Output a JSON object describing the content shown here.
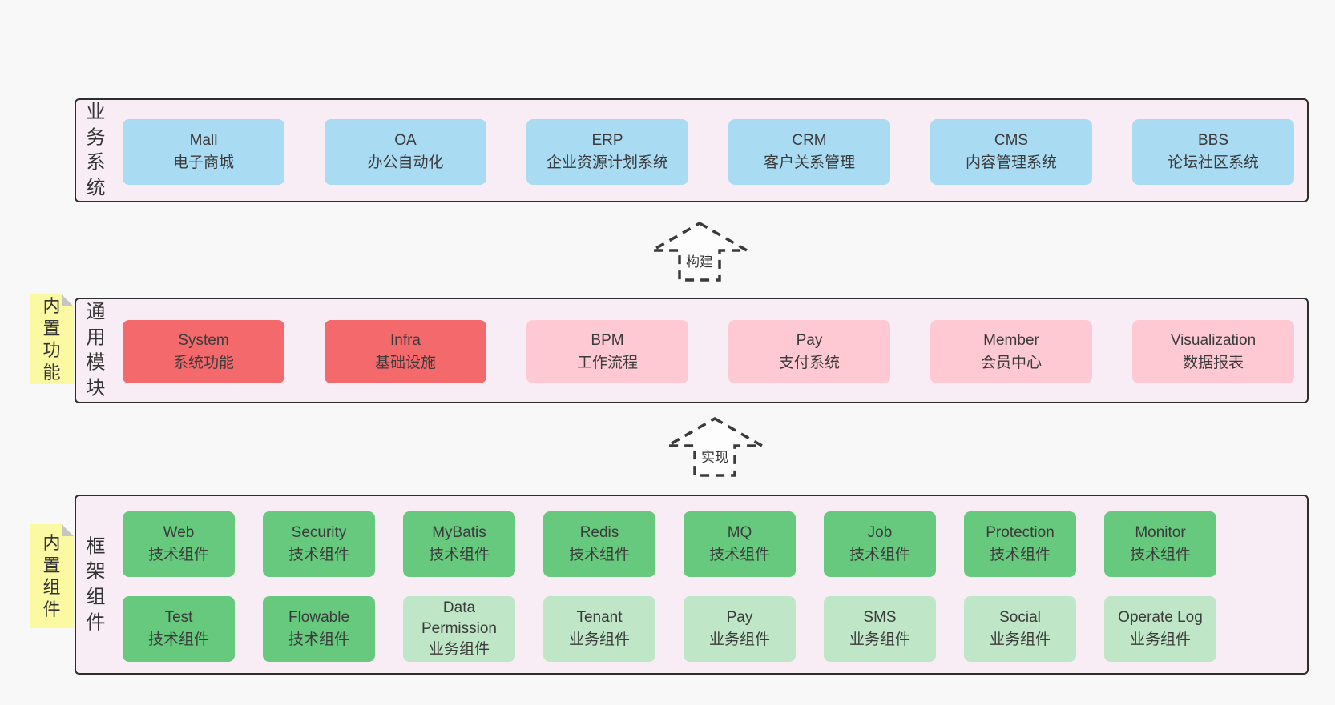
{
  "colors": {
    "background": "#f8f8f8",
    "panel_background": "#f8edf5",
    "panel_border": "#2e2e2e",
    "node_blue": "#a9dbf3",
    "node_red": "#f4696c",
    "node_pink": "#fec9d2",
    "node_green": "#67c97e",
    "node_light_green": "#bfe6c6",
    "sticky_yellow": "#fbf9a1",
    "text": "#3b3b3b"
  },
  "arrows": [
    {
      "label": "构建"
    },
    {
      "label": "实现"
    }
  ],
  "layers": [
    {
      "label": "业务系统",
      "boxes": [
        {
          "title": "Mall",
          "subtitle": "电子商城"
        },
        {
          "title": "OA",
          "subtitle": "办公自动化"
        },
        {
          "title": "ERP",
          "subtitle": "企业资源计划系统"
        },
        {
          "title": "CRM",
          "subtitle": "客户关系管理"
        },
        {
          "title": "CMS",
          "subtitle": "内容管理系统"
        },
        {
          "title": "BBS",
          "subtitle": "论坛社区系统"
        }
      ]
    },
    {
      "label": "通用模块",
      "sticky": "内置功能",
      "boxes": [
        {
          "title": "System",
          "subtitle": "系统功能"
        },
        {
          "title": "Infra",
          "subtitle": "基础设施"
        },
        {
          "title": "BPM",
          "subtitle": "工作流程"
        },
        {
          "title": "Pay",
          "subtitle": "支付系统"
        },
        {
          "title": "Member",
          "subtitle": "会员中心"
        },
        {
          "title": "Visualization",
          "subtitle": "数据报表"
        }
      ]
    },
    {
      "label": "框架组件",
      "sticky": "内置组件",
      "rows": [
        [
          {
            "title": "Web",
            "subtitle": "技术组件"
          },
          {
            "title": "Security",
            "subtitle": "技术组件"
          },
          {
            "title": "MyBatis",
            "subtitle": "技术组件"
          },
          {
            "title": "Redis",
            "subtitle": "技术组件"
          },
          {
            "title": "MQ",
            "subtitle": "技术组件"
          },
          {
            "title": "Job",
            "subtitle": "技术组件"
          },
          {
            "title": "Protection",
            "subtitle": "技术组件"
          },
          {
            "title": "Monitor",
            "subtitle": "技术组件"
          }
        ],
        [
          {
            "title": "Test",
            "subtitle": "技术组件"
          },
          {
            "title": "Flowable",
            "subtitle": "技术组件"
          },
          {
            "title": "Data Permission",
            "subtitle": "业务组件"
          },
          {
            "title": "Tenant",
            "subtitle": "业务组件"
          },
          {
            "title": "Pay",
            "subtitle": "业务组件"
          },
          {
            "title": "SMS",
            "subtitle": "业务组件"
          },
          {
            "title": "Social",
            "subtitle": "业务组件"
          },
          {
            "title": "Operate Log",
            "subtitle": "业务组件"
          }
        ]
      ]
    }
  ]
}
